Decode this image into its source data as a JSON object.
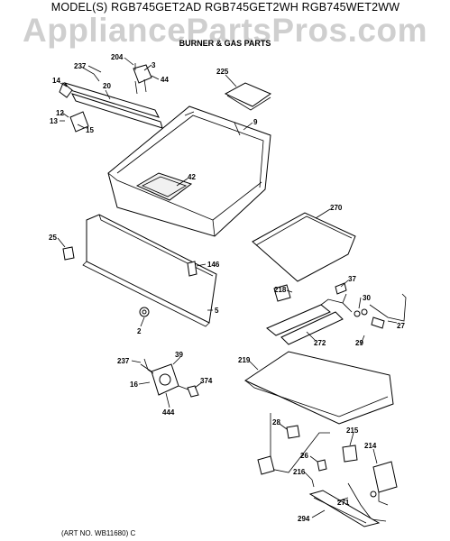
{
  "header": {
    "model_line": "MODEL(S) RGB745GET2AD  RGB745GET2WH  RGB745WET2WW",
    "watermark": "AppliancePartsPros.com",
    "title": "BURNER & GAS PARTS"
  },
  "footer": {
    "art_number": "(ART NO. WB11680) C"
  },
  "callouts": {
    "c204": "204",
    "c237a": "237",
    "c3": "3",
    "c14": "14",
    "c20": "20",
    "c44": "44",
    "c12": "12",
    "c13": "13",
    "c15": "15",
    "c225": "225",
    "c9": "9",
    "c42": "42",
    "c270": "270",
    "c25": "25",
    "c146": "146",
    "c37": "37",
    "c218": "218",
    "c30": "30",
    "c5": "5",
    "c2": "2",
    "c272": "272",
    "c29": "29",
    "c27": "27",
    "c237b": "237",
    "c39": "39",
    "c219": "219",
    "c16": "16",
    "c374": "374",
    "c444": "444",
    "c28": "28",
    "c215": "215",
    "c214": "214",
    "c26": "26",
    "c216": "216",
    "c271": "271",
    "c294": "294"
  }
}
